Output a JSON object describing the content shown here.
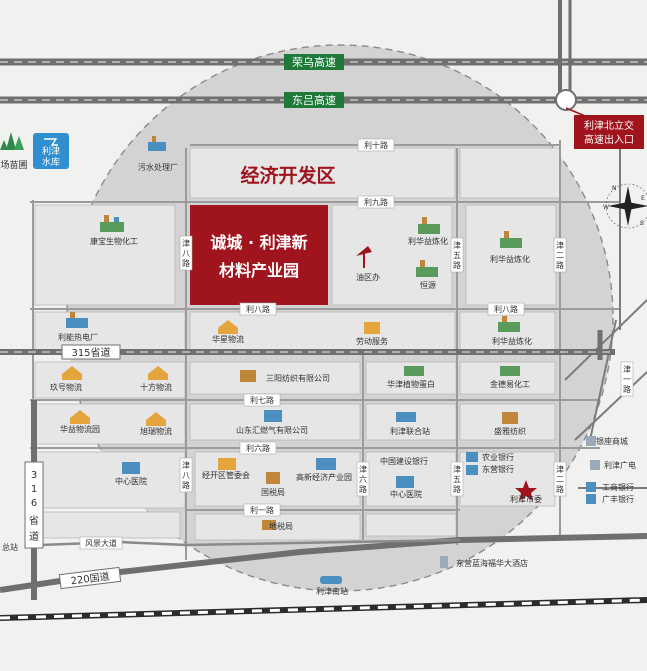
{
  "colors": {
    "background": "#f1f1ef",
    "block": "#dcdcdc",
    "circle": "#d2d2d2",
    "road": "#6f6f6f",
    "highway_label": "#1f7a3a",
    "zone": "#a0141e",
    "rail": "#2b2b2b"
  },
  "highways": {
    "rongwu": "荣乌高速",
    "dongl": "东吕高速",
    "sheng315": "315省道",
    "guo220": "220国道",
    "sheng316": [
      "3",
      "1",
      "6",
      "省",
      "道"
    ]
  },
  "roads": {
    "lishi": "利十路",
    "lijiu": "利九路",
    "liba_left": "利八路",
    "liba_right": "利八路",
    "liqi": "利七路",
    "liliu": "利六路",
    "liyi": "利一路",
    "fengju": "风景大道",
    "jinba_top": [
      "津",
      "八",
      "路"
    ],
    "jinba_bottom": [
      "津",
      "八",
      "路"
    ],
    "jinwu_top": [
      "津",
      "五",
      "路"
    ],
    "jinwu_bottom": [
      "津",
      "五",
      "路"
    ],
    "jinliu": [
      "津",
      "六",
      "路"
    ],
    "jiner_top": [
      "津",
      "二",
      "路"
    ],
    "jiner_bottom": [
      "津",
      "二",
      "路"
    ],
    "jinyi": [
      "津",
      "一",
      "路"
    ]
  },
  "zones": {
    "econ_zone": "经济开发区",
    "park_line1": "诚城 · 利津新",
    "park_line2": "材料产业园"
  },
  "exit": {
    "line1": "利津北立交",
    "line2": "高速出入口"
  },
  "reservoir": {
    "line1": "利津",
    "line2": "水库"
  },
  "compass": {
    "n": "N",
    "e": "E",
    "s": "S",
    "w": "W"
  },
  "pois": {
    "nursery": "场苗圃",
    "sewage": "污水处理厂",
    "kangbao": "康宝生物化工",
    "oil": "油区办",
    "lihua1": "利华益炼化",
    "hengyuan": "恒源",
    "lihua2": "利华益炼化",
    "lineng": "利能热电厂",
    "huaxing": "华星物流",
    "laodong": "劳动服务",
    "lihua3": "利华益炼化",
    "jiuhao": "玖号物流",
    "shifang": "十方物流",
    "sanyang": "三阳纺织有限公司",
    "huajin": "华津植物蛋白",
    "jindeyi": "金德易化工",
    "huayi": "华益物流园",
    "xurui": "旭瑞物流",
    "donghui": "山东汇燃气有限公司",
    "lijin_union": "利津联合站",
    "shengya": "盛雅纺织",
    "zhongxin_hosp1": "中心医院",
    "jingkai": "经开区管委会",
    "gaoxin": "高新经济产业园",
    "guoshui": "国税局",
    "ccb": "中国建设银行",
    "zhongxin_hosp2": "中心医院",
    "abc": "农业银行",
    "dongying_bank": "东营银行",
    "lijin_party": "利津市委",
    "yinzuo": "银座商城",
    "lijin_broadcast": "利津广电",
    "icbc": "工商银行",
    "guangfeng": "广丰银行",
    "dishui": "地税局",
    "zongzhan": "总站",
    "dongying_hotel": "东营蓝海福华大酒店",
    "south_station": "利津南站"
  }
}
